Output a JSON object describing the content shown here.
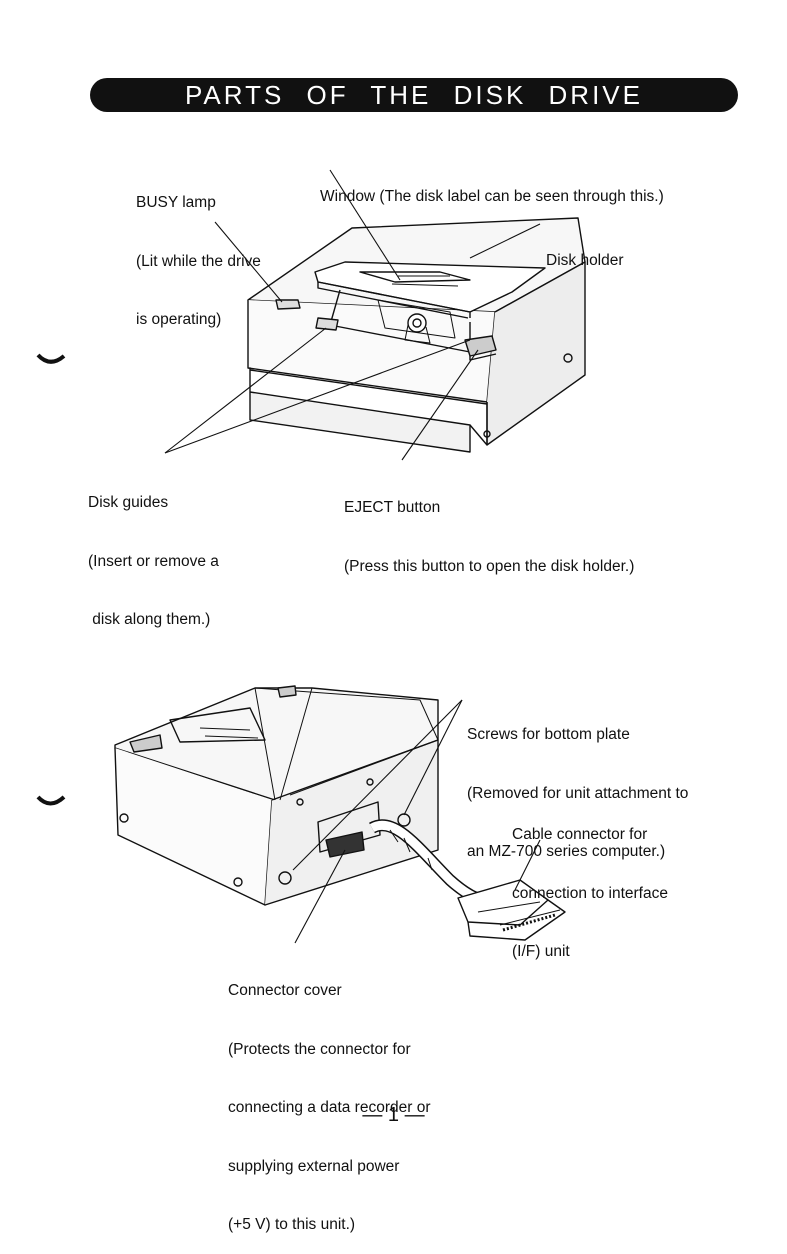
{
  "page": {
    "title": "PARTS OF THE DISK DRIVE",
    "page_number": "— 1 —"
  },
  "front_view": {
    "busy_lamp": [
      "BUSY lamp",
      "(Lit while the drive",
      "is operating)"
    ],
    "window": "Window (The disk label can be seen through this.)",
    "disk_holder": "Disk holder",
    "disk_guides": [
      "Disk guides",
      "(Insert or remove a",
      " disk along them.)"
    ],
    "eject_button": [
      "EJECT button",
      "(Press this button to open the disk holder.)"
    ]
  },
  "rear_view": {
    "screws": [
      "Screws for bottom plate",
      "(Removed for unit attachment to",
      "an MZ-700 series computer.)"
    ],
    "cable_connector": [
      "Cable connector for",
      "connection to interface",
      "(I/F) unit"
    ],
    "connector_cover": [
      "Connector cover",
      "(Protects the connector for",
      "connecting a data recorder or",
      "supplying external power",
      "(+5 V) to this unit.)"
    ]
  }
}
